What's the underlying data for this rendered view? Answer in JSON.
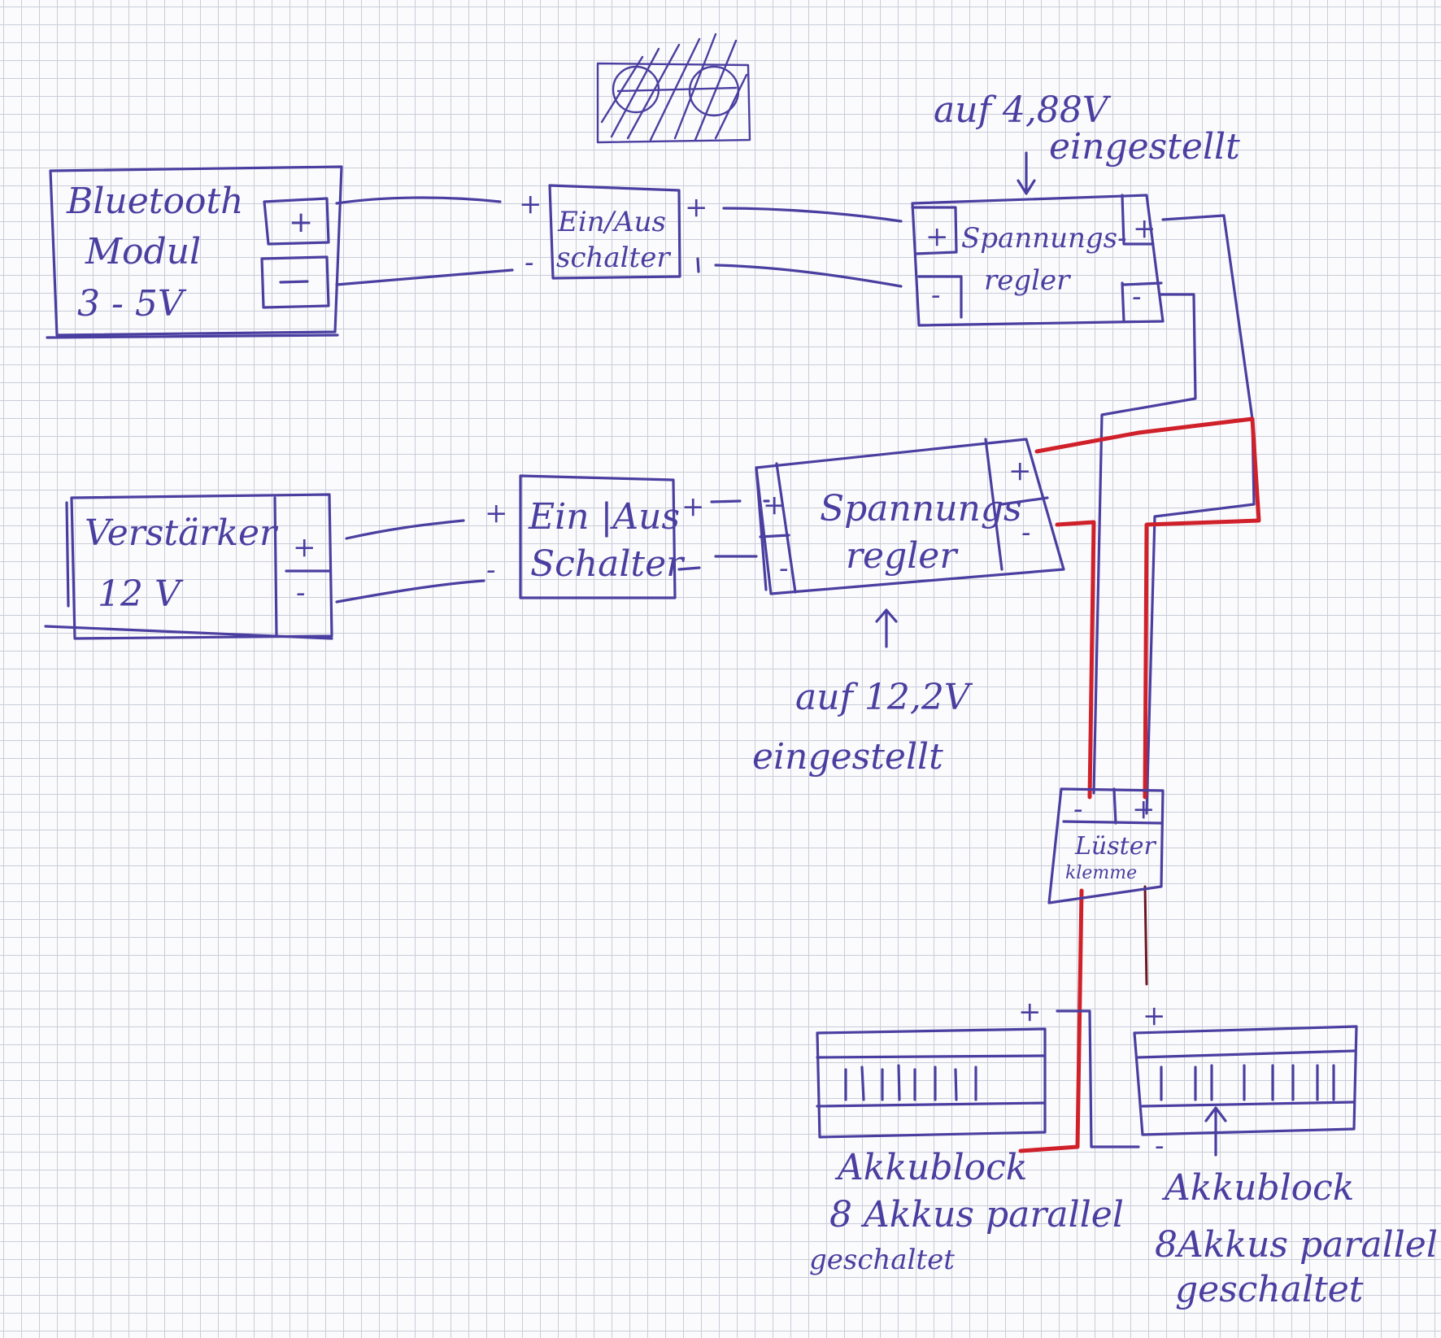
{
  "bluetooth": {
    "line1": "Bluetooth",
    "line2": "Modul",
    "line3": "3 - 5V"
  },
  "switch_top": {
    "line1": "Ein/Aus",
    "line2": "schalter"
  },
  "regulator_top": {
    "line1": "Spannungs-",
    "line2": "regler"
  },
  "note_top": {
    "line1": "auf 4,88V",
    "line2": "eingestellt"
  },
  "amplifier": {
    "line1": "Verstärker",
    "line2": "12 V"
  },
  "switch_mid": {
    "line1": "Ein |Aus",
    "line2": "Schalter"
  },
  "regulator_mid": {
    "line1": "Spannungs",
    "line2": "regler"
  },
  "note_mid": {
    "line1": "auf 12,2V",
    "line2": "eingestellt"
  },
  "terminal": {
    "line1": "Lüster",
    "line2": "klemme"
  },
  "battery_left": {
    "line1": "Akkublock",
    "line2": "8 Akkus parallel",
    "line3": "geschaltet"
  },
  "battery_right": {
    "line1": "Akkublock",
    "line2": "8Akkus parallel",
    "line3": "geschaltet"
  },
  "signs": {
    "plus": "+",
    "minus": "-"
  },
  "colors": {
    "ink": "#4a3fa0",
    "wire_red": "#d0202a",
    "grid": "#c9cdd8"
  }
}
